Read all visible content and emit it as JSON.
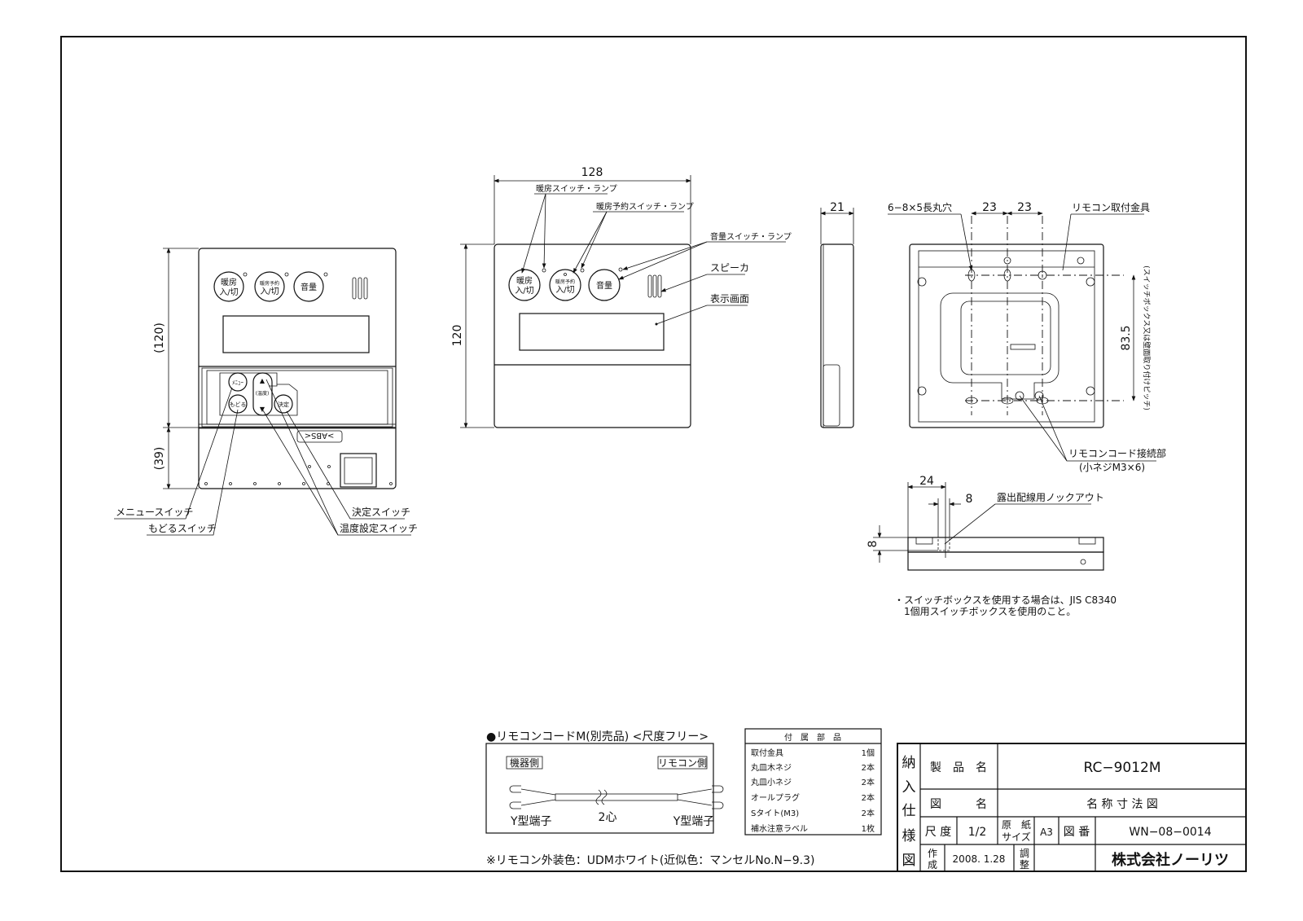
{
  "front_open_view": {
    "dim_height": "(120)",
    "dim_lower": "(39)",
    "button_heating": [
      "暖房",
      "入/切"
    ],
    "button_reserve": [
      "暖房予約",
      "入/切"
    ],
    "button_volume": "音量",
    "button_menu": "ﾒﾆｭｰ",
    "button_back": "もどる",
    "button_temp": "(温度)",
    "button_enter": "決定",
    "material_mark": ">ABS<",
    "label_menu_switch": "メニュースイッチ",
    "label_back_switch": "もどるスイッチ",
    "label_enter_switch": "決定スイッチ",
    "label_temp_switch": "温度設定スイッチ"
  },
  "front_view": {
    "dim_width": "128",
    "dim_height": "120",
    "label_heating": "暖房スイッチ・ランプ",
    "label_reserve": "暖房予約スイッチ・ランプ",
    "label_volume": "音量スイッチ・ランプ",
    "label_speaker": "スピーカ",
    "label_display": "表示画面"
  },
  "side_view": {
    "dim_depth": "21"
  },
  "back_view": {
    "label_holes": "6−8×5長丸穴",
    "dim_pitch_1": "23",
    "dim_pitch_2": "23",
    "label_bracket": "リモコン取付金具",
    "dim_vertical": "83.5",
    "label_vertical_note": "(スイッチボックス又は壁面取り付けピッチ)",
    "label_connector": "リモコンコード接続部",
    "label_connector_screw": "(小ネジM3×6)"
  },
  "bottom_view": {
    "dim_24": "24",
    "dim_8h": "8",
    "dim_8v": "8",
    "label_knockout": "露出配線用ノックアウト"
  },
  "notes": [
    "・スイッチボックスを使用する場合は、JIS C8340",
    "1個用スイッチボックスを使用のこと。"
  ],
  "cord": {
    "title": "●リモコンコードM(別売品) <尺度フリー>",
    "left_tag": "機器側",
    "right_tag": "リモコン側",
    "left_terminal": "Y型端子",
    "core": "2心",
    "right_terminal": "Y型端子"
  },
  "accessories": {
    "header": "付　属　部　品",
    "items": [
      {
        "name": "取付金具",
        "qty": "1個"
      },
      {
        "name": "丸皿木ネジ",
        "qty": "2本"
      },
      {
        "name": "丸皿小ネジ",
        "qty": "2本"
      },
      {
        "name": "オールプラグ",
        "qty": "2本"
      },
      {
        "name": "Sタイト(M3)",
        "qty": "2本"
      },
      {
        "name": "補水注意ラベル",
        "qty": "1枚"
      }
    ]
  },
  "color_note": "※リモコン外装色：UDMホワイト(近似色：マンセルNo.N−9.3)",
  "title_block": {
    "side_label": [
      "納",
      "入",
      "仕",
      "様",
      "図"
    ],
    "product_name_label": "製　品　名",
    "product_name": "RC−9012M",
    "drawing_name_label": "図　　　名",
    "drawing_name": "名 称 寸 法 図",
    "scale_label": "尺 度",
    "scale": "1/2",
    "paper_label_1": "原　紙",
    "paper_label_2": "サイズ",
    "paper_size": "A3",
    "drawing_no_label": "図 番",
    "drawing_no": "WN−08−0014",
    "created_label_1": "作",
    "created_label_2": "成",
    "created_date": "2008. 1.28",
    "adjusted_label_1": "調",
    "adjusted_label_2": "整",
    "company": "株式会社ノーリツ"
  }
}
